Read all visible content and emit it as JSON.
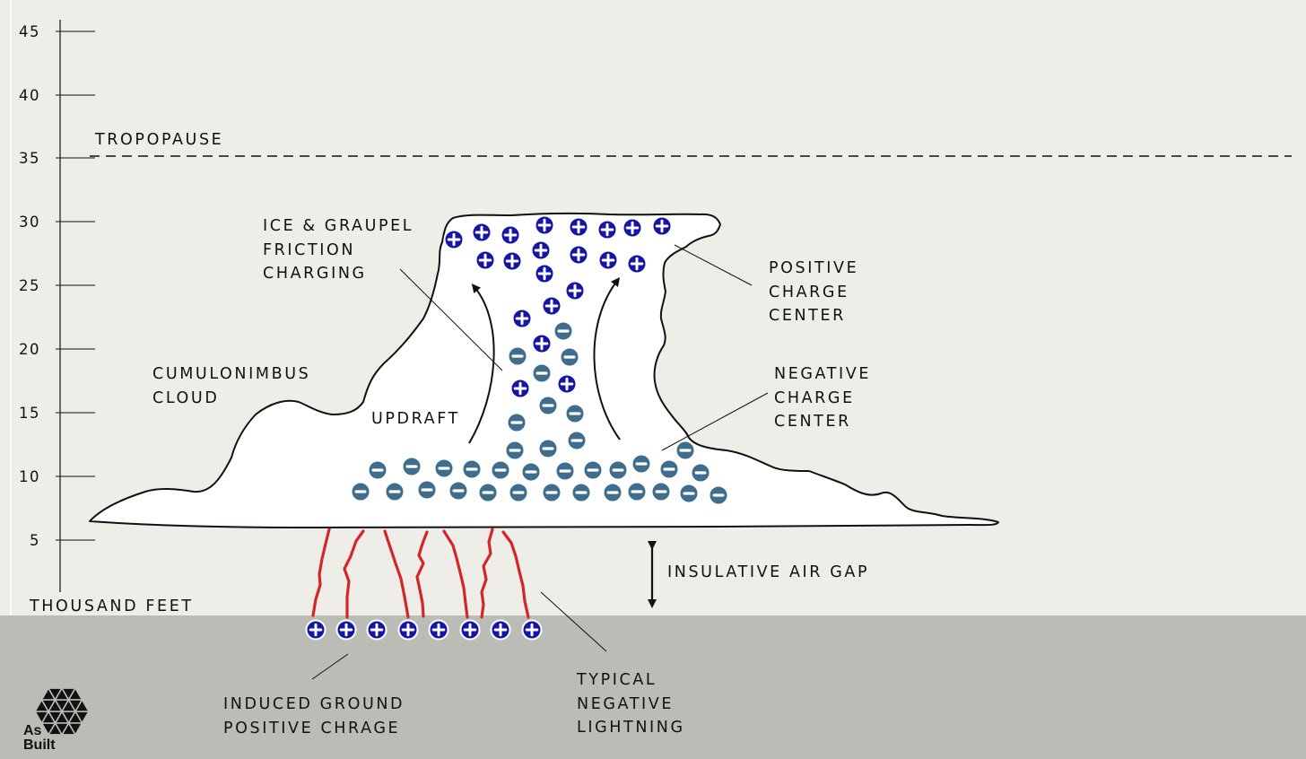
{
  "axis": {
    "unit_label": "THOUSAND FEET",
    "ticks": [
      "45",
      "40",
      "35",
      "30",
      "25",
      "20",
      "15",
      "10",
      "5"
    ]
  },
  "labels": {
    "tropopause": "TROPOPAUSE",
    "ice_friction": [
      "ICE & GRAUPEL",
      "FRICTION",
      "CHARGING"
    ],
    "positive_center": [
      "POSITIVE",
      "CHARGE",
      "CENTER"
    ],
    "cumulonimbus": [
      "CUMULONIMBUS",
      "CLOUD"
    ],
    "updraft": "UPDRAFT",
    "negative_center": [
      "NEGATIVE",
      "CHARGE",
      "CENTER"
    ],
    "air_gap": "INSULATIVE AIR GAP",
    "ground_charge": [
      "INDUCED GROUND",
      "POSITIVE CHRAGE"
    ],
    "lightning": [
      "TYPICAL",
      "NEGATIVE",
      "LIGHTNING"
    ]
  },
  "logo": {
    "line1": "As",
    "line2": "Built"
  },
  "colors": {
    "sky": "#efede8",
    "ground": "#bcbcb7",
    "cloud": "#ffffff",
    "positive": "#1515a6",
    "negative": "#3f6d8e",
    "lightning": "#d3262b",
    "ink": "#111111"
  }
}
